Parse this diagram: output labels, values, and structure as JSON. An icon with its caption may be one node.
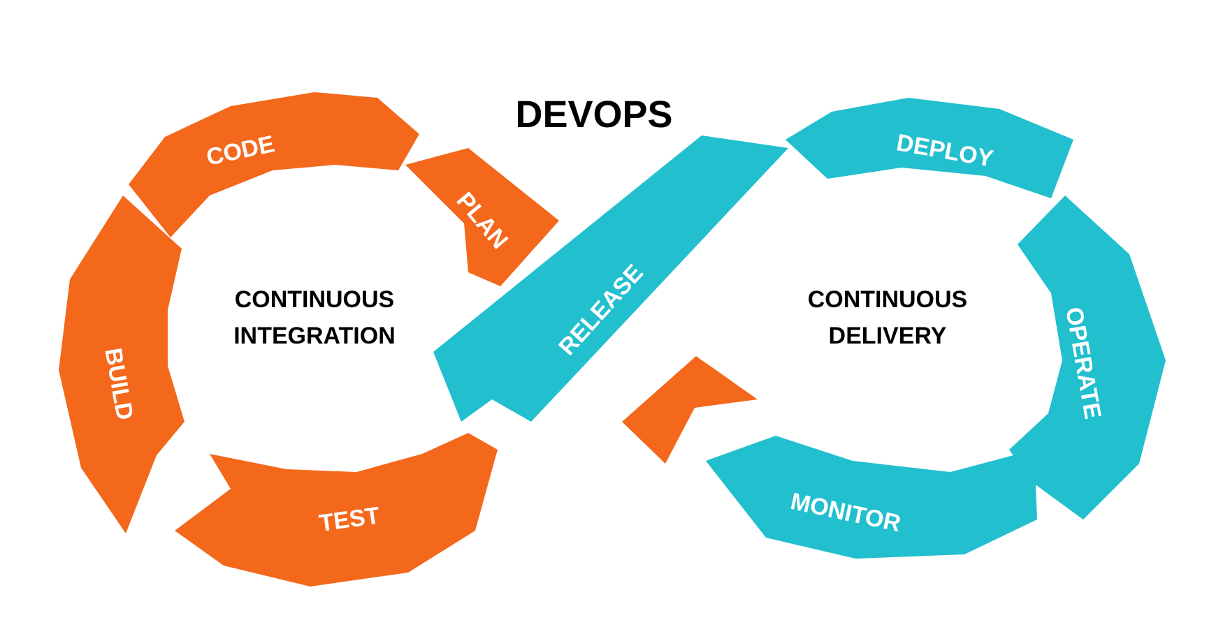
{
  "diagram": {
    "title": "DEVOPS",
    "nodes": [
      {
        "text": [
          "CODE"
        ]
      },
      {
        "text": [
          "PLAN"
        ]
      },
      {
        "text": [
          "DEPLOY"
        ]
      },
      {
        "text": [
          "BUILD"
        ]
      },
      {
        "text": [
          "RELEASE"
        ]
      },
      {
        "text": [
          "OPERATE"
        ]
      },
      {
        "text": [
          "TEST"
        ]
      },
      {
        "text": [],
        "shape": "chevron"
      },
      {
        "text": [
          "MONITOR"
        ]
      }
    ],
    "labels": [
      "CONTINUOUS INTEGRATION",
      "CONTINUOUS DELIVERY"
    ]
  }
}
